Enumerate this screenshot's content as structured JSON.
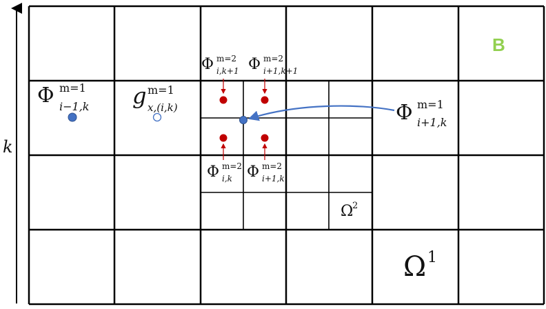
{
  "colors": {
    "grid": "#000000",
    "red_point": "#c00000",
    "blue_point": "#4472c4",
    "arrow": "#4472c4",
    "small_arrow": "#c00000",
    "label_b": "#92d050"
  },
  "axis": {
    "label": "k"
  },
  "corner_label": "B",
  "coarse_labels": {
    "phi_left": {
      "base": "Φ",
      "sup": "m=1",
      "sub": "i−1,k"
    },
    "g_left": {
      "base": "g",
      "sup": "m=1",
      "sub": "x,(i,k)"
    },
    "phi_right": {
      "base": "Φ",
      "sup": "m=1",
      "sub": "i+1,k"
    }
  },
  "fine_labels": {
    "top_left": {
      "base": "Φ",
      "sup": "m=2",
      "sub": "i,k+1"
    },
    "top_right": {
      "base": "Φ",
      "sup": "m=2",
      "sub": "i+1,k+1"
    },
    "bottom_left": {
      "base": "Φ",
      "sup": "m=2",
      "sub": "i,k"
    },
    "bottom_right": {
      "base": "Φ",
      "sup": "m=2",
      "sub": "i+1,k"
    }
  },
  "domains": {
    "omega2": {
      "base": "Ω",
      "sup": "2"
    },
    "omega1": {
      "base": "Ω",
      "sup": "1"
    }
  }
}
